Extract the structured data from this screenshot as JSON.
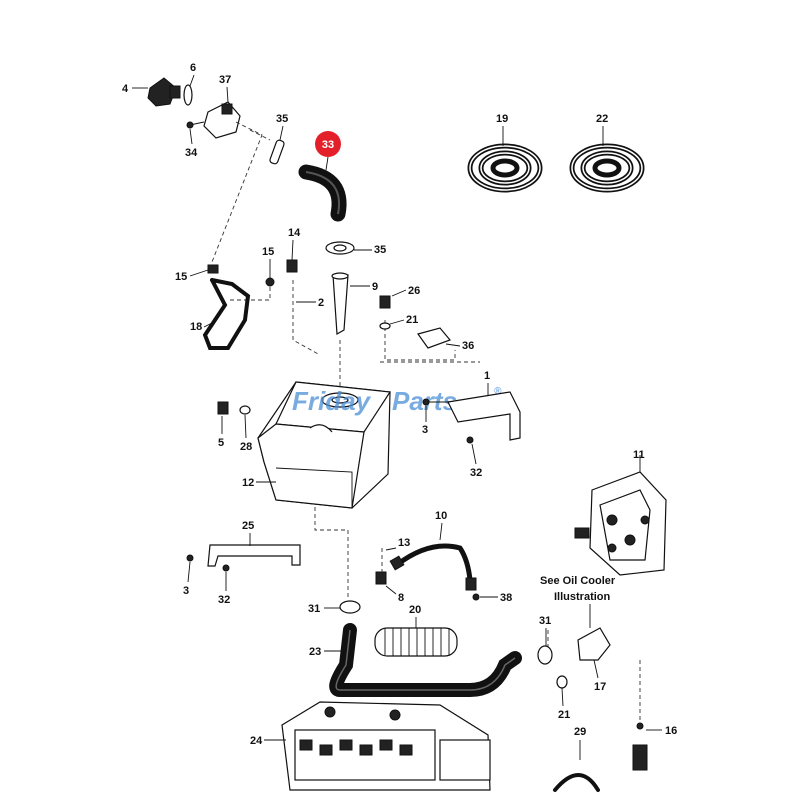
{
  "highlight": {
    "label": "33",
    "color": "#e3202a"
  },
  "watermark": {
    "part1": "Friday",
    "part2": "Parts",
    "mark": "®",
    "color": "#4c8fd6",
    "accent": "#f2a31b"
  },
  "note": {
    "line1": "See Oil Cooler",
    "line2": "Illustration"
  },
  "callouts": {
    "c4": "4",
    "c6": "6",
    "c37": "37",
    "c34": "34",
    "c35a": "35",
    "c35b": "35",
    "c19": "19",
    "c22": "22",
    "c14": "14",
    "c15a": "15",
    "c15b": "15",
    "c9": "9",
    "c2": "2",
    "c26": "26",
    "c21a": "21",
    "c18": "18",
    "c36": "36",
    "c1": "1",
    "c3a": "3",
    "c32a": "32",
    "c5": "5",
    "c28": "28",
    "c12": "12",
    "c11": "11",
    "c10": "10",
    "c13": "13",
    "c8": "8",
    "c38": "38",
    "c25": "25",
    "c3b": "3",
    "c32b": "32",
    "c31a": "31",
    "c20": "20",
    "c31b": "31",
    "c17": "17",
    "c23": "23",
    "c21b": "21",
    "c16": "16",
    "c24": "24",
    "c29": "29"
  }
}
